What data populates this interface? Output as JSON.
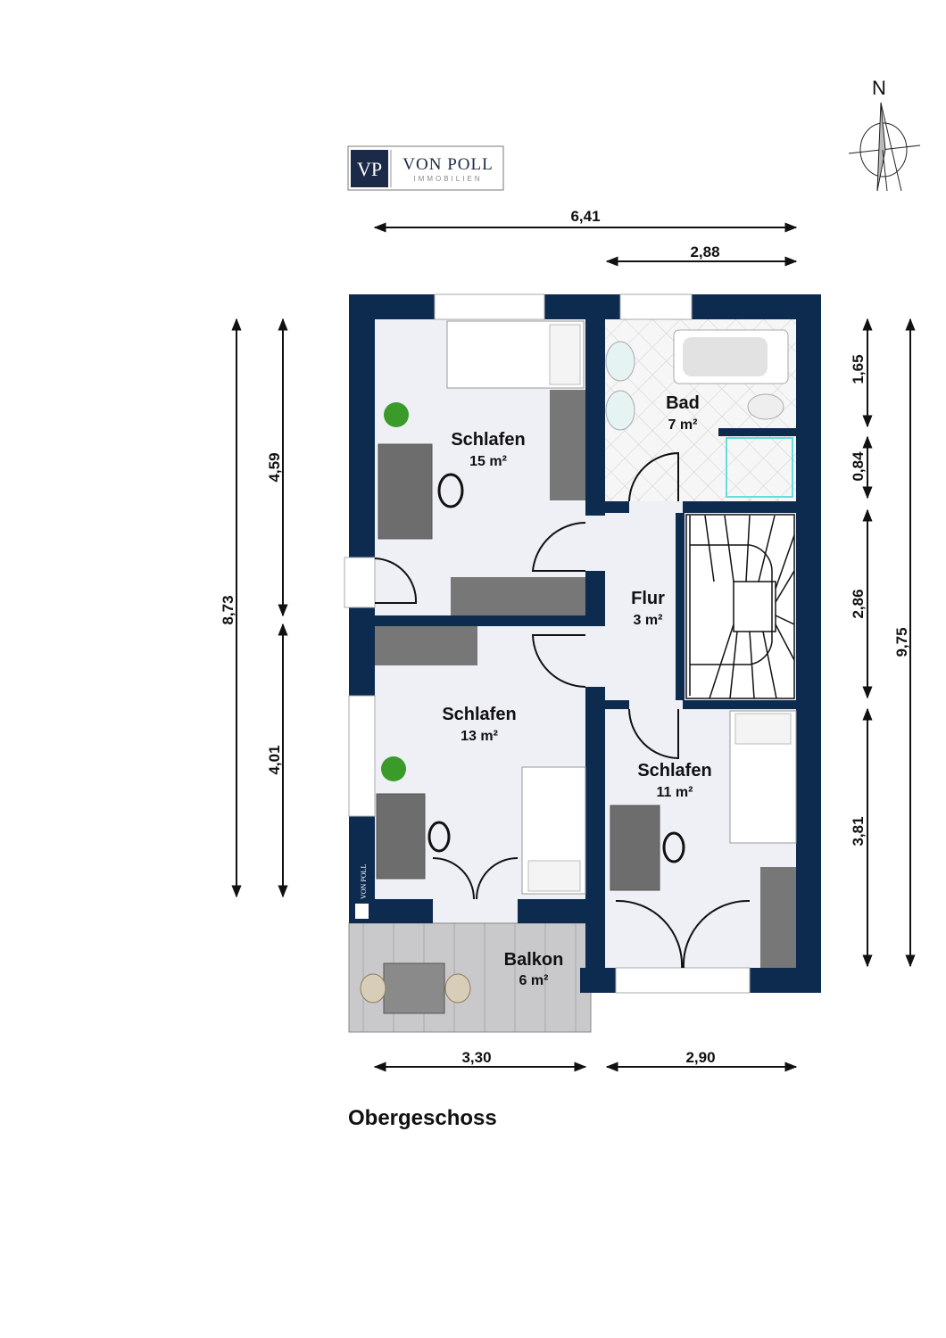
{
  "logo": {
    "monogram": "VP",
    "name": "VON POLL",
    "sub": "IMMOBILIEN"
  },
  "compass": {
    "label": "N"
  },
  "title": "Obergeschoss",
  "colors": {
    "wall": "#0d2a4f",
    "floor": "#eef0f5",
    "furniture": "#6b6b6b"
  },
  "rooms": [
    {
      "name": "Schlafen",
      "area": "15 m²"
    },
    {
      "name": "Bad",
      "area": "7 m²"
    },
    {
      "name": "Flur",
      "area": "3 m²"
    },
    {
      "name": "Schlafen",
      "area": "13 m²"
    },
    {
      "name": "Schlafen",
      "area": "11 m²"
    },
    {
      "name": "Balkon",
      "area": "6 m²"
    }
  ],
  "dimensions": {
    "top_total": "6,41",
    "top_right": "2,88",
    "bottom_left": "3,30",
    "bottom_right": "2,90",
    "left_total": "8,73",
    "left_upper": "4,59",
    "left_lower": "4,01",
    "right_1": "1,65",
    "right_2": "0,84",
    "right_3": "2,86",
    "right_4": "3,81",
    "right_total": "9,75"
  }
}
